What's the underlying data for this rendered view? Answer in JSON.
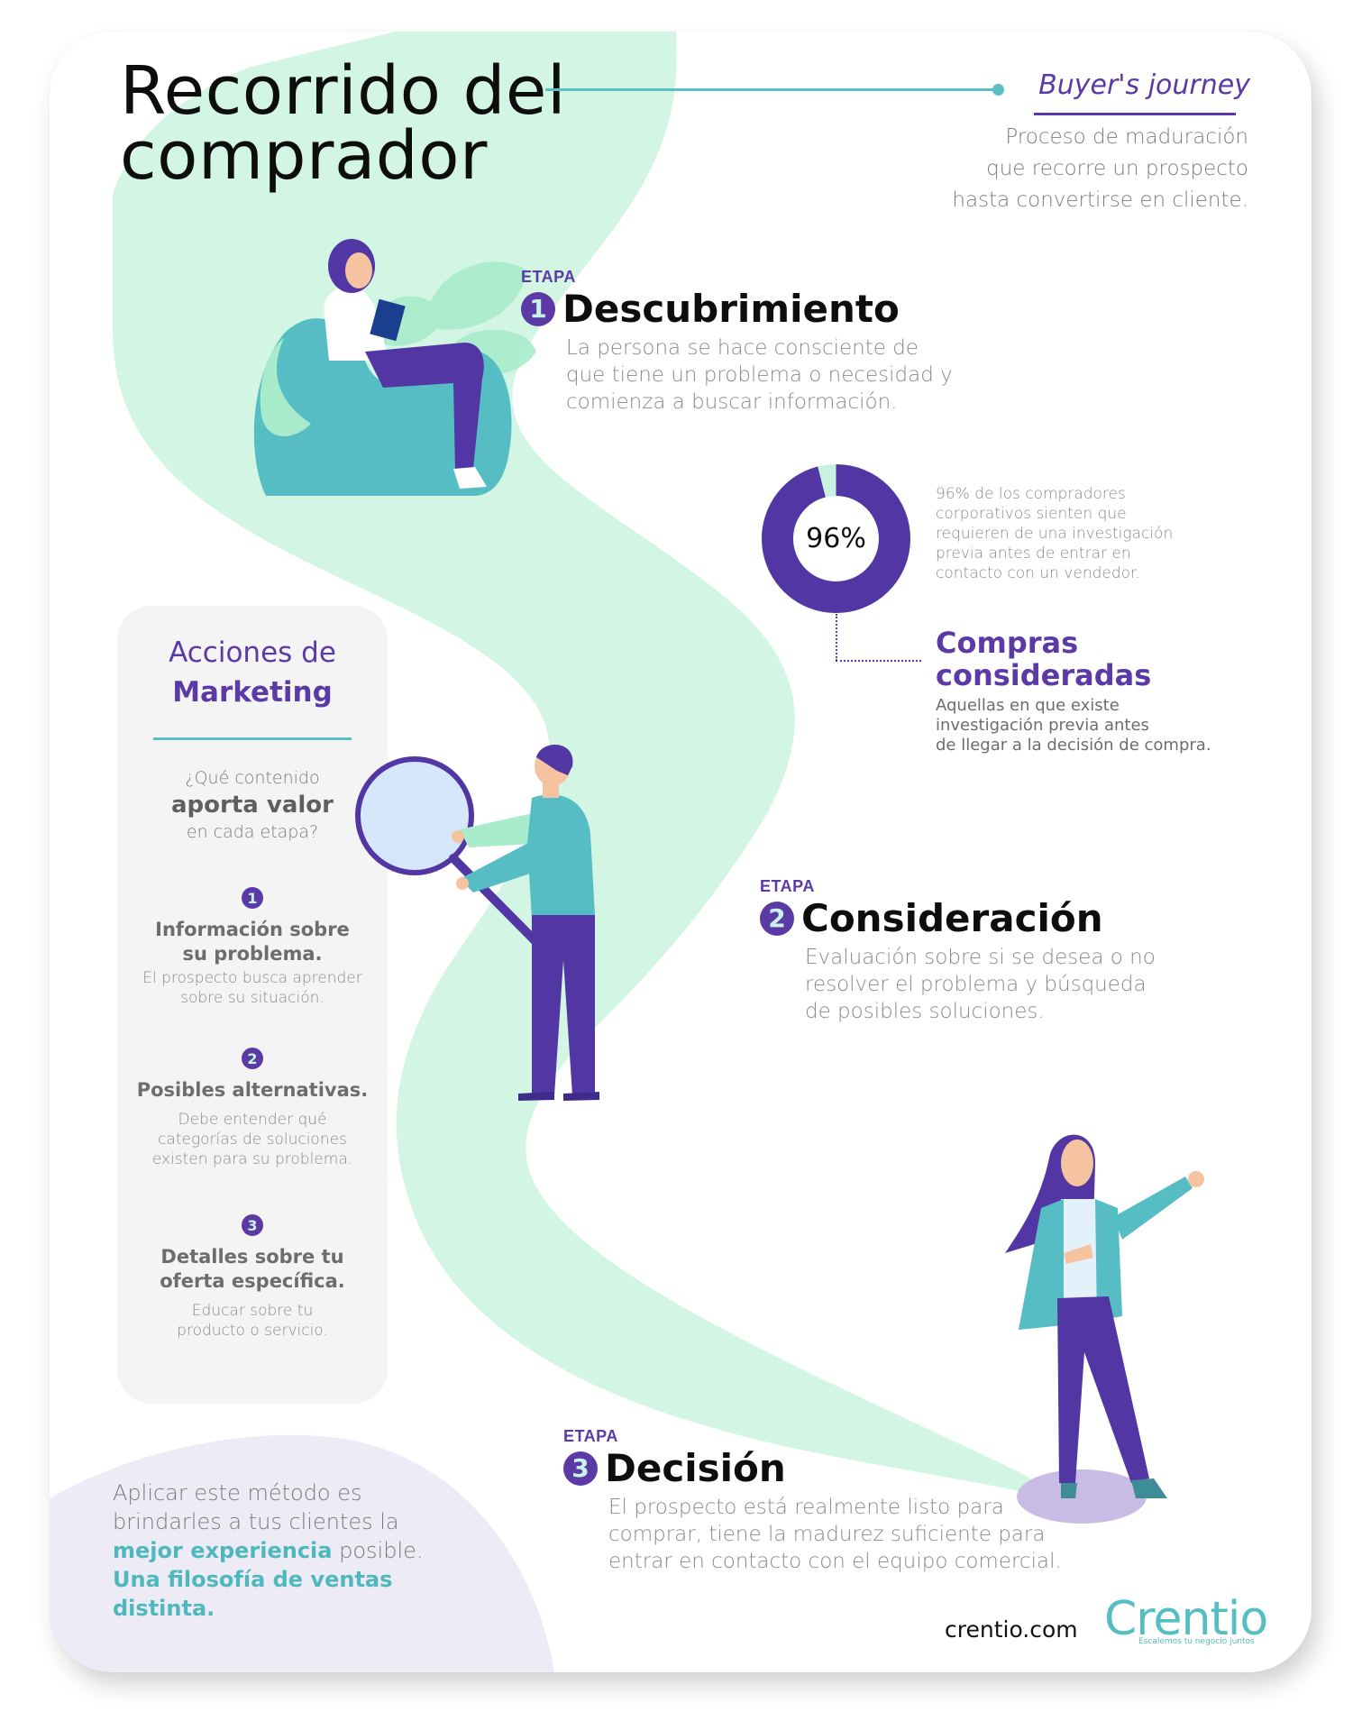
{
  "header": {
    "title_line1": "Recorrido del",
    "title_line2": "comprador",
    "subtitle_en": "Buyer's journey",
    "intro_lines": [
      "Proceso de maduración",
      "que recorre un prospecto",
      "hasta convertirse en cliente."
    ]
  },
  "stages": [
    {
      "label": "ETAPA",
      "number": "1",
      "title": "Descubrimiento",
      "description_lines": [
        "La persona se hace consciente de",
        "que tiene un problema o necesidad y",
        "comienza a buscar información."
      ]
    },
    {
      "label": "ETAPA",
      "number": "2",
      "title": "Consideración",
      "description_lines": [
        "Evaluación sobre si se desea o no",
        "resolver el problema y búsqueda",
        "de posibles soluciones."
      ]
    },
    {
      "label": "ETAPA",
      "number": "3",
      "title": "Decisión",
      "description_lines": [
        "El prospecto está realmente listo para",
        "comprar, tiene la madurez suficiente para",
        "entrar en contacto con el equipo comercial."
      ]
    }
  ],
  "stat": {
    "value_label": "96%",
    "value": 96,
    "remainder": 4,
    "text_lines": [
      "96% de los compradores",
      "corporativos sienten que",
      "requieren de una investigación",
      "previa antes de entrar en",
      "contacto con un vendedor."
    ],
    "colors": {
      "main": "#5236a3",
      "remainder": "#c9f1e1"
    }
  },
  "considered_purchases": {
    "title_line1": "Compras",
    "title_line2": "consideradas",
    "desc_lines": [
      "Aquellas en que existe",
      "investigación previa antes",
      "de llegar a la decisión de compra."
    ]
  },
  "marketing_panel": {
    "title_line1": "Acciones de",
    "title_line2": "Marketing",
    "question_line1": "¿Qué contenido",
    "question_line2": "aporta valor",
    "question_line3": "en cada etapa?",
    "items": [
      {
        "number": "1",
        "title_lines": [
          "Información sobre",
          "su problema."
        ],
        "desc_lines": [
          "El prospecto busca aprender",
          "sobre su situación."
        ]
      },
      {
        "number": "2",
        "title_lines": [
          "Posibles alternativas."
        ],
        "desc_lines": [
          "Debe entender qué",
          "categorías de soluciones",
          "existen para su problema."
        ]
      },
      {
        "number": "3",
        "title_lines": [
          "Detalles sobre tu",
          "oferta específica."
        ],
        "desc_lines": [
          "Educar sobre tu",
          "producto o servicio."
        ]
      }
    ]
  },
  "closing": {
    "line1": "Aplicar este método es",
    "line2": "brindarles a tus clientes la",
    "highlight1": "mejor experiencia",
    "line3_rest": " posible.",
    "highlight2": "Una filosofía de ventas distinta."
  },
  "footer": {
    "url": "crentio.com",
    "logo_word": "Crentio",
    "logo_tagline": "Escalemos tu negocio juntos"
  },
  "colors": {
    "purple": "#5b3aa6",
    "teal": "#5bc0c3",
    "mint": "#d2f5e4",
    "lavender": "#ecebf6"
  }
}
